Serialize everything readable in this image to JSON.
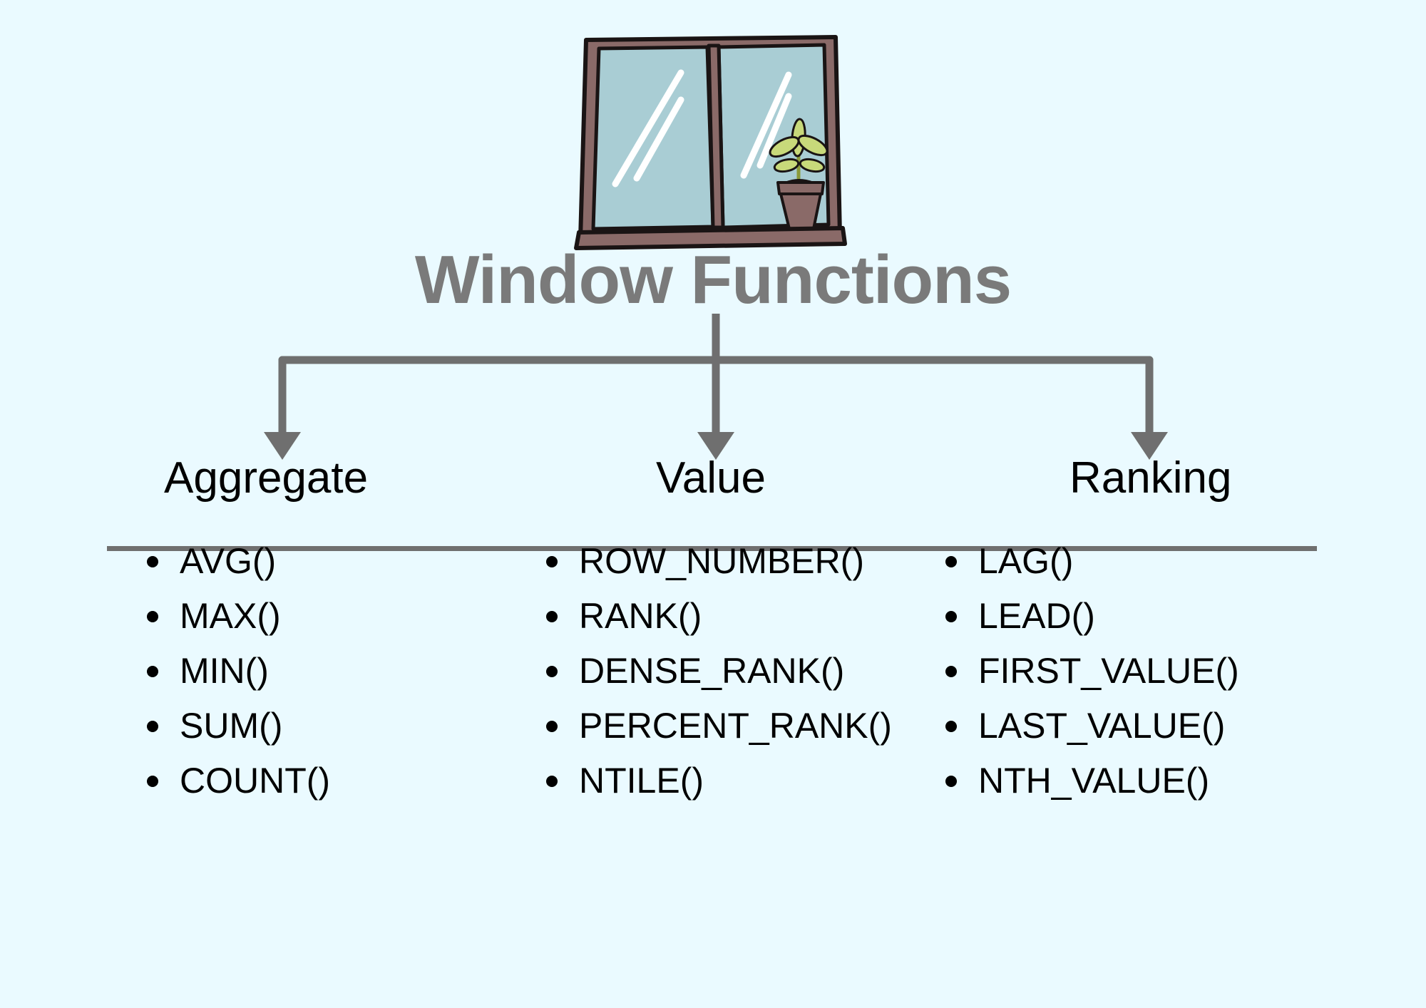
{
  "background_color": "#eafaff",
  "illustration": {
    "name": "window-with-potted-plant",
    "frame_color": "#8a6a68",
    "glass_color": "#a9cdd4",
    "outline_color": "#1a1414",
    "plant_leaf_color": "#c8d97a",
    "plant_pot_color": "#8a6a68",
    "soil_color": "#1a1414",
    "highlight_color": "#ffffff"
  },
  "title": {
    "text": "Window Functions",
    "color": "#7a7a7a"
  },
  "connector": {
    "color": "#6f6f6f",
    "arrow_count": 3
  },
  "rule": {
    "color": "#6f6f6f"
  },
  "columns": [
    {
      "heading": "Aggregate",
      "items": [
        "AVG()",
        "MAX()",
        "MIN()",
        "SUM()",
        "COUNT()"
      ]
    },
    {
      "heading": "Value",
      "items": [
        "ROW_NUMBER()",
        "RANK()",
        "DENSE_RANK()",
        "PERCENT_RANK()",
        "NTILE()"
      ]
    },
    {
      "heading": "Ranking",
      "items": [
        "LAG()",
        "LEAD()",
        "FIRST_VALUE()",
        "LAST_VALUE()",
        "NTH_VALUE()"
      ]
    }
  ]
}
